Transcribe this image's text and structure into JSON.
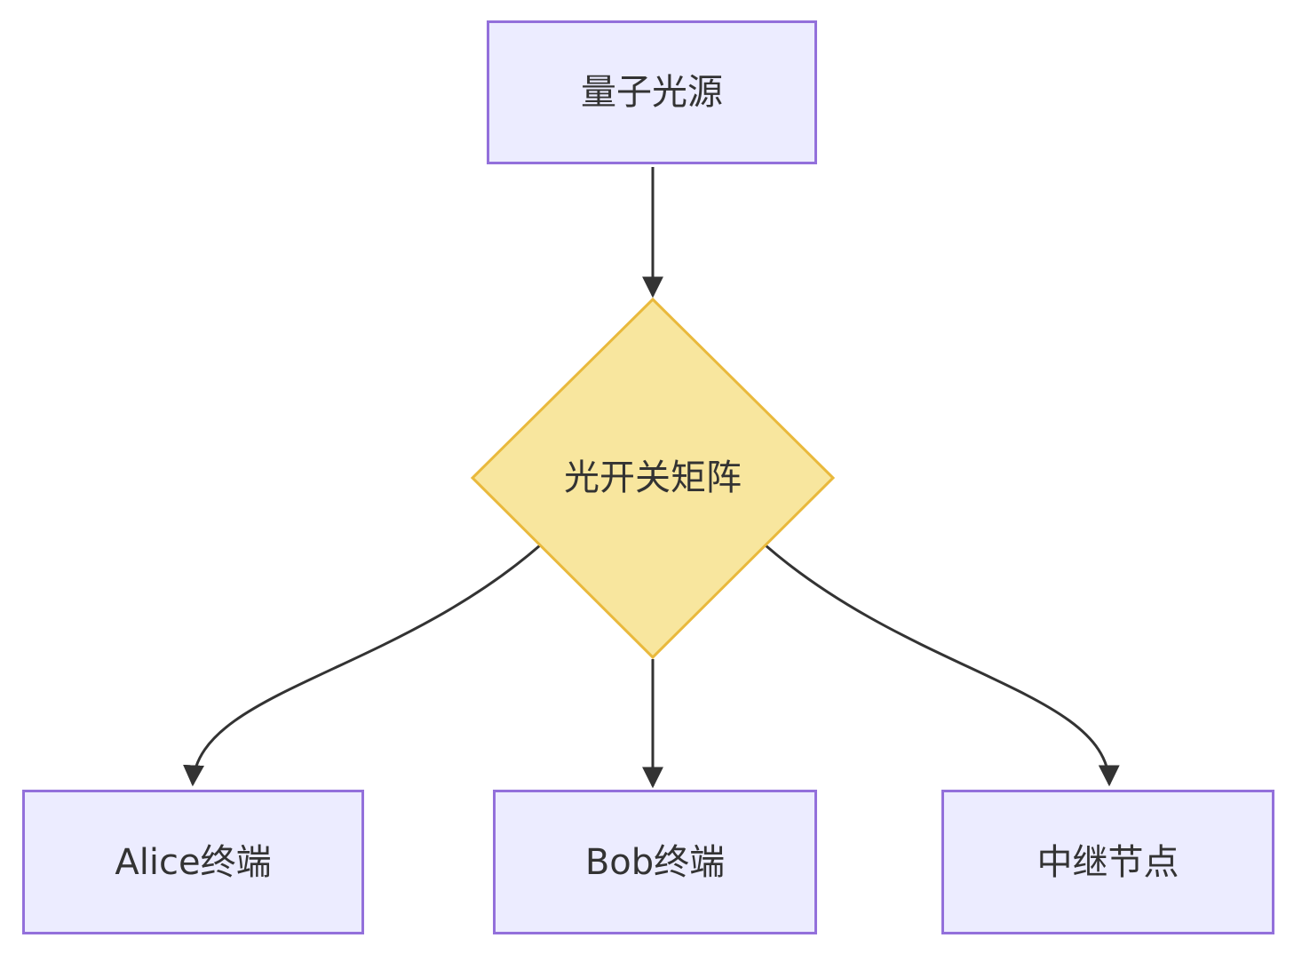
{
  "diagram": {
    "type": "flowchart",
    "direction": "top-down",
    "nodes": [
      {
        "id": "quantum-source",
        "label": "量子光源",
        "shape": "rect"
      },
      {
        "id": "optical-switch-matrix",
        "label": "光开关矩阵",
        "shape": "diamond"
      },
      {
        "id": "alice-terminal",
        "label": "Alice终端",
        "shape": "rect"
      },
      {
        "id": "bob-terminal",
        "label": "Bob终端",
        "shape": "rect"
      },
      {
        "id": "relay-node",
        "label": "中继节点",
        "shape": "rect"
      }
    ],
    "edges": [
      {
        "from": "quantum-source",
        "to": "optical-switch-matrix",
        "arrow": "filled-triangle"
      },
      {
        "from": "optical-switch-matrix",
        "to": "alice-terminal",
        "arrow": "filled-triangle"
      },
      {
        "from": "optical-switch-matrix",
        "to": "bob-terminal",
        "arrow": "filled-triangle"
      },
      {
        "from": "optical-switch-matrix",
        "to": "relay-node",
        "arrow": "filled-triangle"
      }
    ],
    "colors": {
      "background": "#FFFFFF",
      "rect_fill": "#ECECFF",
      "rect_stroke": "#9370DB",
      "diamond_fill": "#F8E69E",
      "diamond_stroke": "#E9B93C",
      "edge_stroke": "#333333",
      "text": "#333333"
    }
  }
}
